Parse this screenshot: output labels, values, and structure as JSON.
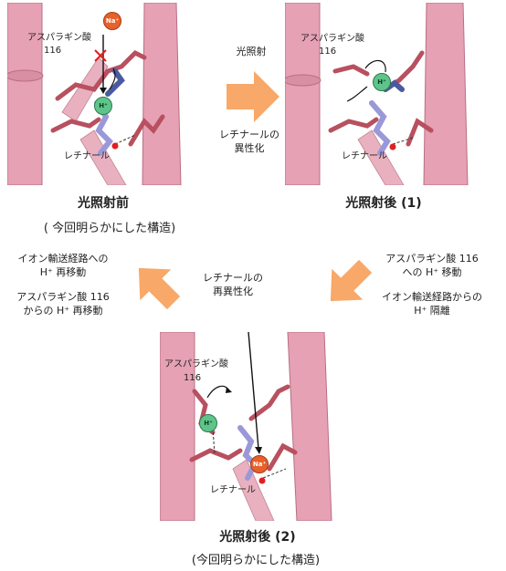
{
  "panel1": {
    "asp_label": "アスパラギン酸",
    "asp_number": "116",
    "na_label": "Na⁺",
    "h_label": "H⁺",
    "retinal_label": "レチナール",
    "caption": "光照射前",
    "subcaption": "( 今回明らかにした構造)"
  },
  "panel2": {
    "asp_label": "アスパラギン酸",
    "asp_number": "116",
    "h_label": "H⁺",
    "retinal_label": "レチナール",
    "caption": "光照射後 (1)"
  },
  "panel3": {
    "asp_label": "アスパラギン酸",
    "asp_number": "116",
    "h_label": "H⁺",
    "na_label": "Na⁺",
    "retinal_label": "レチナール",
    "caption": "光照射後 (2)",
    "subcaption": "(今回明らかにした構造)"
  },
  "arrows": {
    "top_label": "光照射",
    "top_sub1": "レチナールの",
    "top_sub2": "異性化",
    "right_line1": "アスパラギン酸 116",
    "right_line2": "への H⁺ 移動",
    "right_line3": "イオン輸送経路からの",
    "right_line4": "H⁺ 隔離",
    "middle_line1": "レチナールの",
    "middle_line2": "再異性化",
    "left_line1": "イオン輸送経路への",
    "left_line2": "H⁺ 再移動",
    "left_line3": "アスパラギン酸 116",
    "left_line4": "からの H⁺ 再移動"
  },
  "colors": {
    "helix": "#e6a1b4",
    "helix_edge": "#b86f83",
    "sidechain": "#b8505f",
    "retinal": "#9a98d8",
    "arrow": "#f8a868"
  }
}
